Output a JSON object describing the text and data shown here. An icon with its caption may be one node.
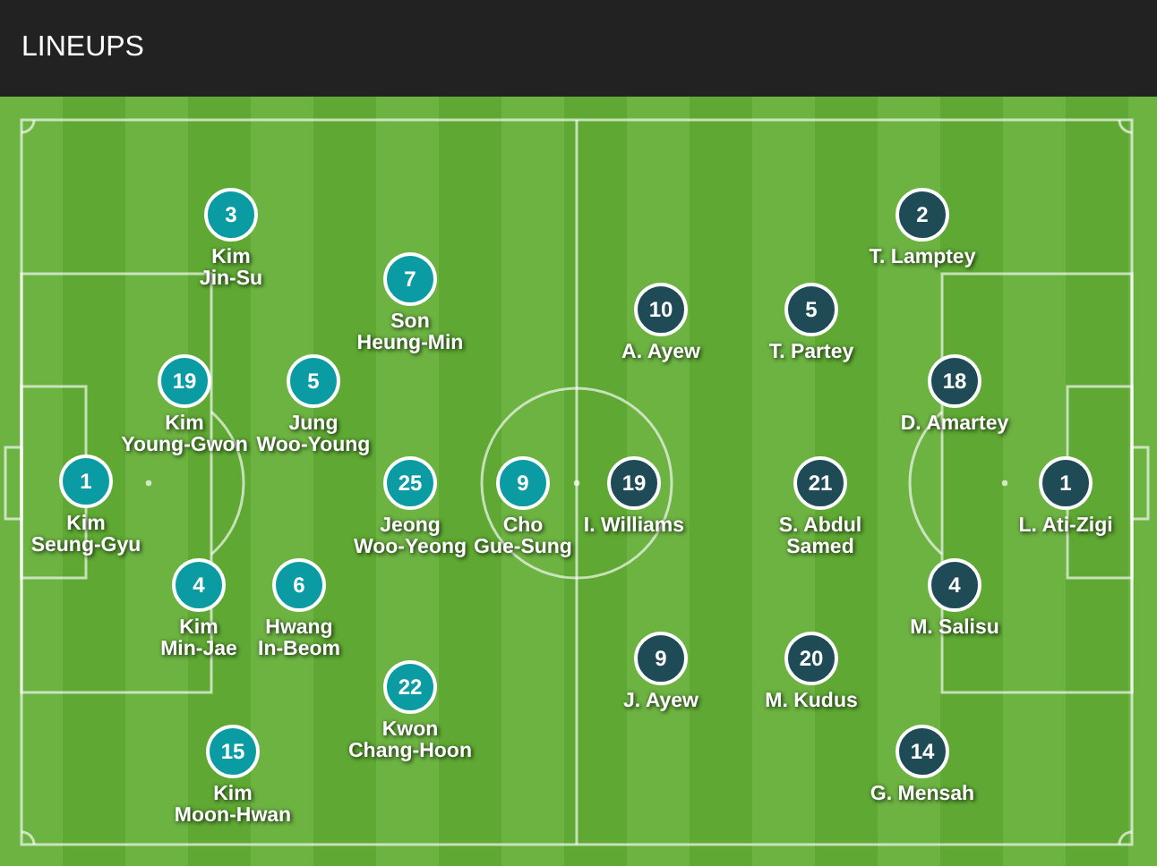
{
  "diagram": {
    "title": "LINEUPS",
    "nodes": [
      {
        "text": [
          "1"
        ],
        "beside": [
          "Kim Seung-Gyu"
        ]
      },
      {
        "text": [
          "3"
        ],
        "beside": [
          "Kim Jin-Su"
        ]
      },
      {
        "text": [
          "19"
        ],
        "beside": [
          "Kim Young-Gwon"
        ]
      },
      {
        "text": [
          "4"
        ],
        "beside": [
          "Kim Min-Jae"
        ]
      },
      {
        "text": [
          "15"
        ],
        "beside": [
          "Kim Moon-Hwan"
        ]
      },
      {
        "text": [
          "5"
        ],
        "beside": [
          "Jung Woo-Young"
        ]
      },
      {
        "text": [
          "6"
        ],
        "beside": [
          "Hwang In-Beom"
        ]
      },
      {
        "text": [
          "7"
        ],
        "beside": [
          "Son Heung-Min"
        ]
      },
      {
        "text": [
          "25"
        ],
        "beside": [
          "Jeong Woo-Yeong"
        ]
      },
      {
        "text": [
          "22"
        ],
        "beside": [
          "Kwon Chang-Hoon"
        ]
      },
      {
        "text": [
          "9"
        ],
        "beside": [
          "Cho Gue-Sung"
        ]
      },
      {
        "text": [
          "10"
        ],
        "beside": [
          "A. Ayew"
        ]
      },
      {
        "text": [
          "19"
        ],
        "beside": [
          "I. Williams"
        ]
      },
      {
        "text": [
          "9"
        ],
        "beside": [
          "J. Ayew"
        ]
      },
      {
        "text": [
          "5"
        ],
        "beside": [
          "T. Partey"
        ]
      },
      {
        "text": [
          "21"
        ],
        "beside": [
          "S. Abdul Samed"
        ]
      },
      {
        "text": [
          "20"
        ],
        "beside": [
          "M. Kudus"
        ]
      },
      {
        "text": [
          "2"
        ],
        "beside": [
          "T. Lamptey"
        ]
      },
      {
        "text": [
          "18"
        ],
        "beside": [
          "D. Amartey"
        ]
      },
      {
        "text": [
          "4"
        ],
        "beside": [
          "M. Salisu"
        ]
      },
      {
        "text": [
          "14"
        ],
        "beside": [
          "G. Mensah"
        ]
      },
      {
        "text": [
          "1"
        ],
        "beside": [
          "L. Ati-Zigi"
        ]
      }
    ]
  }
}
